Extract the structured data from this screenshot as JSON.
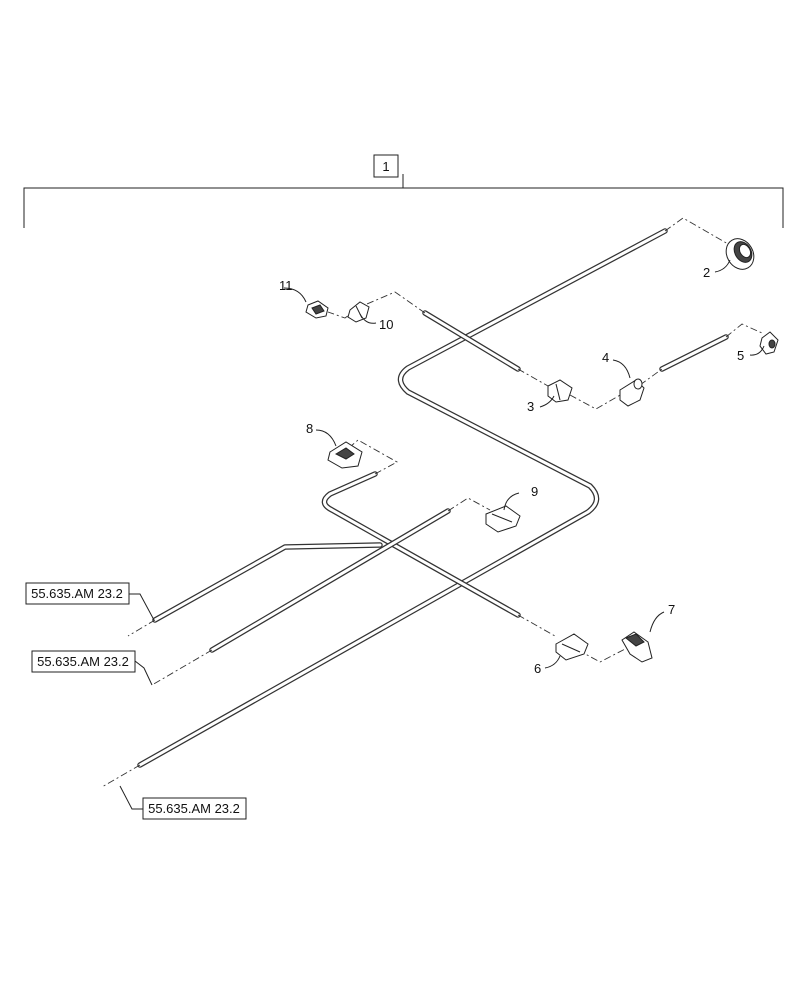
{
  "assembly": {
    "item_label": "1"
  },
  "callouts": {
    "c2": "2",
    "c3": "3",
    "c4": "4",
    "c5": "5",
    "c6": "6",
    "c7": "7",
    "c8": "8",
    "c9": "9",
    "c10": "10",
    "c11": "11"
  },
  "references": {
    "ref_a": "55.635.AM 23.2",
    "ref_b": "55.635.AM 23.2",
    "ref_c": "55.635.AM 23.2"
  }
}
